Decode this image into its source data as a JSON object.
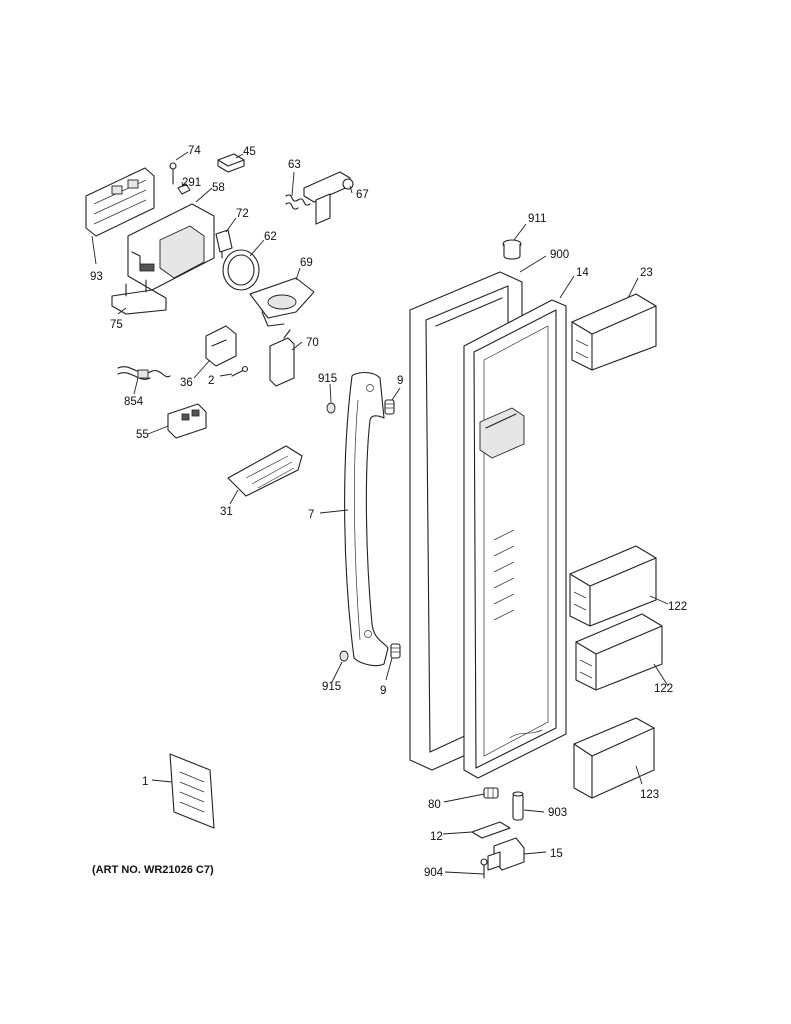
{
  "art_number": "(ART NO. WR21026 C7)",
  "callouts": {
    "p74": "74",
    "p45": "45",
    "p291": "291",
    "p58": "58",
    "p63": "63",
    "p67": "67",
    "p72": "72",
    "p62": "62",
    "p93": "93",
    "p69": "69",
    "p75": "75",
    "p70": "70",
    "p36": "36",
    "p2": "2",
    "p854": "854",
    "p55": "55",
    "p31": "31",
    "p915a": "915",
    "p9a": "9",
    "p7": "7",
    "p911": "911",
    "p900": "900",
    "p14": "14",
    "p23": "23",
    "p122a": "122",
    "p122b": "122",
    "p915b": "915",
    "p9b": "9",
    "p1": "1",
    "p80": "80",
    "p903": "903",
    "p12": "12",
    "p15": "15",
    "p904": "904",
    "p123": "123"
  }
}
